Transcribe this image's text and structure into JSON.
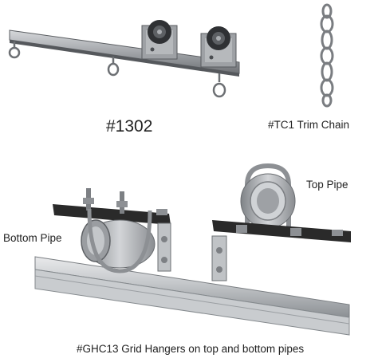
{
  "products": {
    "trolley_model": "#1302",
    "trim_chain": "#TC1 Trim Chain"
  },
  "grid_hangers": {
    "top_label": "Top Pipe",
    "bottom_label": "Bottom Pipe",
    "caption": "#GHC13 Grid Hangers on top and bottom pipes"
  },
  "colors": {
    "background": "#ffffff",
    "text": "#222222",
    "steel": "#b9bcc0",
    "dark_steel": "#55585c",
    "bracket": "#2a2a2a"
  }
}
